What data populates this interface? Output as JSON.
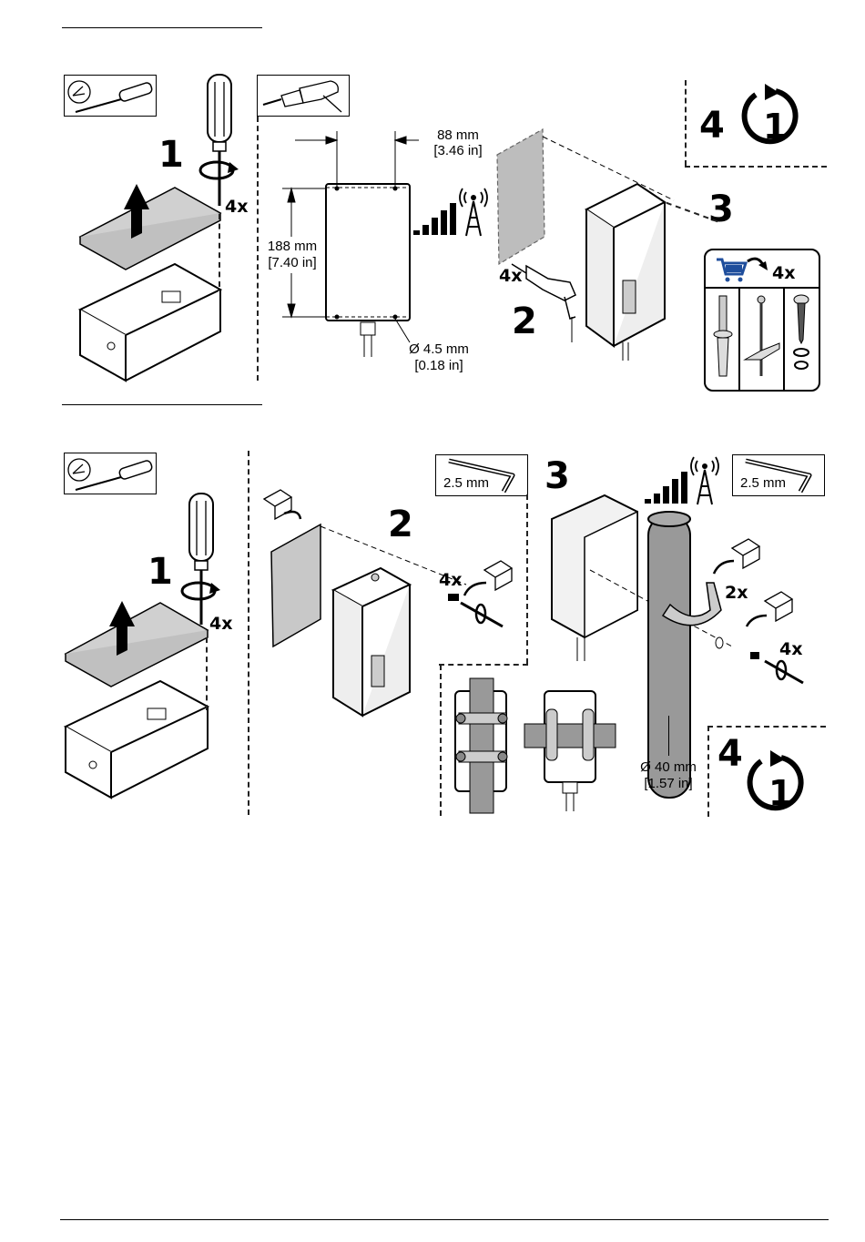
{
  "section_a": {
    "step1": {
      "number": "1",
      "count": "4x"
    },
    "step2": {
      "number": "2",
      "count": "4x",
      "width_mm": "88 mm",
      "width_in": "[3.46 in]",
      "height_mm": "188 mm",
      "height_in": "[7.40 in]",
      "hole_mm": "Ø 4.5 mm",
      "hole_in": "[0.18 in]"
    },
    "step3": {
      "number": "3",
      "count": "4x"
    },
    "step4": {
      "number": "4",
      "repeat": "1"
    },
    "tools": [
      "screwdriver-icon",
      "drill-icon"
    ],
    "cart_color": "#1f4e9c"
  },
  "section_b": {
    "step1": {
      "number": "1",
      "count": "4x"
    },
    "step2": {
      "number": "2",
      "count": "4x",
      "hex_key": "2.5 mm"
    },
    "step3": {
      "number": "3",
      "count_clamp": "2x",
      "count_screws": "4x",
      "hex_key": "2.5 mm",
      "pipe_mm": "Ø 40 mm",
      "pipe_in": "[1.57 in]"
    },
    "step4": {
      "number": "4",
      "repeat": "1"
    }
  }
}
